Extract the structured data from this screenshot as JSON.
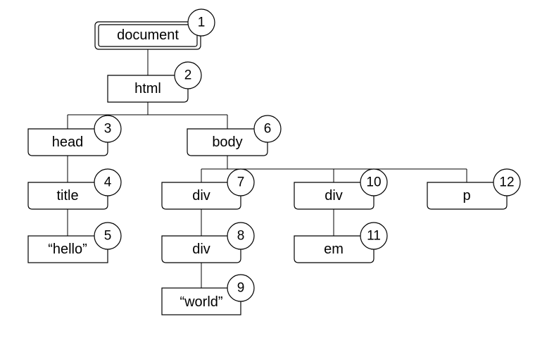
{
  "nodes": [
    {
      "id": "document",
      "label": "document",
      "number": "1",
      "kind": "document"
    },
    {
      "id": "html",
      "label": "html",
      "number": "2",
      "kind": "element"
    },
    {
      "id": "head",
      "label": "head",
      "number": "3",
      "kind": "element"
    },
    {
      "id": "title",
      "label": "title",
      "number": "4",
      "kind": "element"
    },
    {
      "id": "text-hello",
      "label": "“hello”",
      "number": "5",
      "kind": "text"
    },
    {
      "id": "body",
      "label": "body",
      "number": "6",
      "kind": "element"
    },
    {
      "id": "div-7",
      "label": "div",
      "number": "7",
      "kind": "element"
    },
    {
      "id": "div-8",
      "label": "div",
      "number": "8",
      "kind": "element"
    },
    {
      "id": "text-world",
      "label": "“world”",
      "number": "9",
      "kind": "text"
    },
    {
      "id": "div-10",
      "label": "div",
      "number": "10",
      "kind": "element"
    },
    {
      "id": "em",
      "label": "em",
      "number": "11",
      "kind": "element"
    },
    {
      "id": "p",
      "label": "p",
      "number": "12",
      "kind": "element"
    }
  ],
  "edges": [
    {
      "from": "document",
      "to": "html"
    },
    {
      "from": "html",
      "to": "head"
    },
    {
      "from": "html",
      "to": "body"
    },
    {
      "from": "head",
      "to": "title"
    },
    {
      "from": "title",
      "to": "text-hello"
    },
    {
      "from": "body",
      "to": "div-7"
    },
    {
      "from": "body",
      "to": "div-10"
    },
    {
      "from": "body",
      "to": "p"
    },
    {
      "from": "div-7",
      "to": "div-8"
    },
    {
      "from": "div-8",
      "to": "text-world"
    },
    {
      "from": "div-10",
      "to": "em"
    }
  ]
}
